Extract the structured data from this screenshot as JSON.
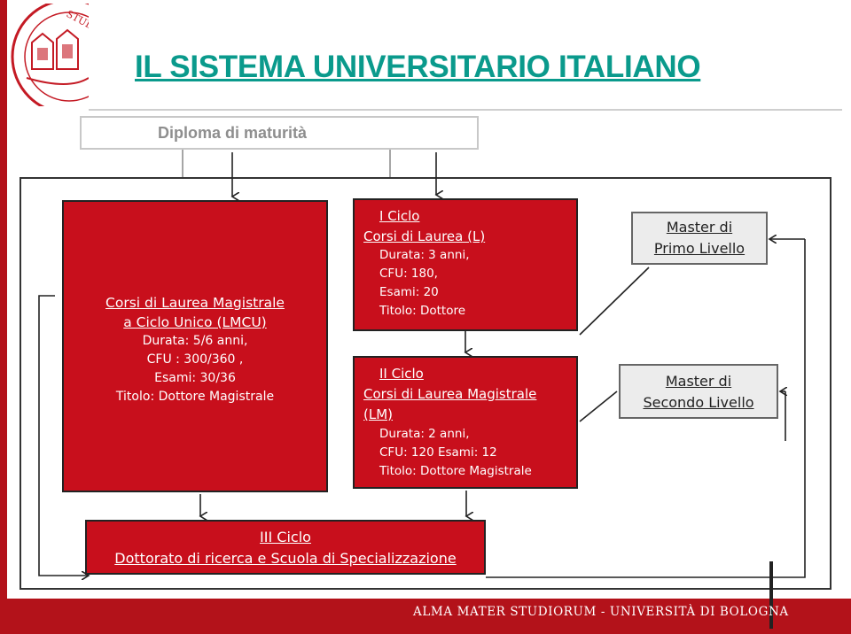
{
  "header": {
    "title": "IL SISTEMA UNIVERSITARIO ITALIANO",
    "logo_text": "STUDIORUM"
  },
  "diploma": {
    "label": "Diploma  di maturità"
  },
  "lmcu": {
    "heading_1": "Corsi di Laurea Magistrale",
    "heading_2": "a Ciclo Unico (LMCU)",
    "durata": "Durata: 5/6 anni,",
    "cfu": "CFU : 300/360 ,",
    "esami": "Esami: 30/36",
    "titolo": "Titolo: Dottore Magistrale"
  },
  "ciclo1": {
    "label": "I Ciclo",
    "heading": "Corsi di Laurea (L)",
    "durata": "Durata: 3 anni,",
    "cfu": "CFU: 180,",
    "esami": "Esami: 20",
    "titolo": "Titolo: Dottore"
  },
  "ciclo2": {
    "label": "II Ciclo",
    "heading_1": "Corsi di Laurea Magistrale",
    "heading_2": "(LM)",
    "durata": "Durata: 2 anni,",
    "cfu_esami": "CFU: 120  Esami: 12",
    "titolo": "Titolo: Dottore Magistrale"
  },
  "master1": {
    "line_1": "Master di",
    "line_2": "Primo Livello"
  },
  "master2": {
    "line_1": "Master di",
    "line_2": "Secondo Livello"
  },
  "ciclo3": {
    "label": "III Ciclo",
    "heading": "Dottorato di ricerca e Scuola di Specializzazione"
  },
  "footer": {
    "text": "ALMA MATER STUDIORUM - UNIVERSITÀ DI BOLOGNA"
  },
  "colors": {
    "accent_red": "#c80f1c",
    "title_teal": "#0a9a8c",
    "master_grey": "#ececec"
  }
}
